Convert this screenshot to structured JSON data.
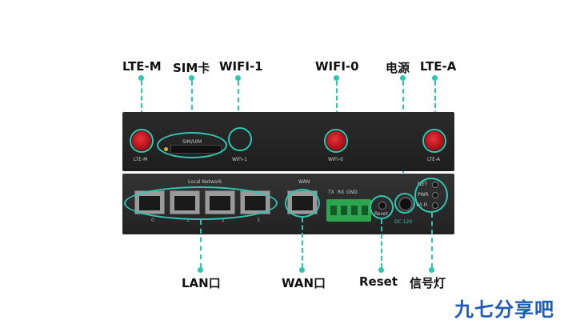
{
  "callouts_top": {
    "lte_m": "LTE-M",
    "sim": "SIM卡",
    "wifi1": "WIFI-1",
    "wifi0": "WIFI-0",
    "power": "电源",
    "lte_a": "LTE-A"
  },
  "callouts_bottom": {
    "lan": "LAN口",
    "wan": "WAN口",
    "reset": "Reset",
    "signal": "信号灯"
  },
  "device": {
    "top_labels": {
      "lte_m": "LTE-M",
      "sim_uim": "SIM/UIM",
      "wifi1": "WIFI-1",
      "wifi0": "WIFI-0",
      "lte_a": "LTE-A"
    },
    "bottom_labels": {
      "local_network": "Local Network",
      "wan": "WAN",
      "reset": "Reset",
      "dc": "DC 12V",
      "net": "NET",
      "pwr": "PWR",
      "wifi": "Wi-Fi",
      "tx": "TX",
      "rx": "RX",
      "gnd": "GND"
    },
    "port_numbers": [
      "0",
      "1",
      "2",
      "3"
    ]
  },
  "colors": {
    "accent": "#2fc6b0",
    "antenna": "#c4151f",
    "terminal": "#2ea44f",
    "brand": "#1e5bb8"
  },
  "watermark": "九七分享吧"
}
